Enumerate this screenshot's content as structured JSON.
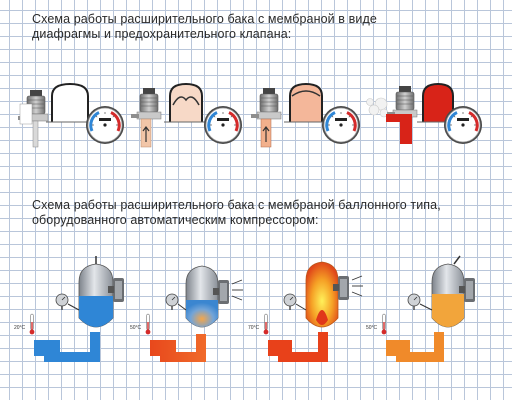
{
  "section1": {
    "title_line1": "Схема работы расширительного бака с мембраной в виде",
    "title_line2": "диафрагмы и предохранительного клапана:"
  },
  "section2": {
    "title_line1": "Схема работы расширительного бака с мембраной баллонного типа,",
    "title_line2": "оборудованного автоматическим компрессором:",
    "temperatures": [
      "20°С",
      "50°С",
      "70°С",
      "50°С"
    ]
  },
  "colors": {
    "grid": "#b9c6da",
    "text": "#2a2a2a",
    "cold_water": "#2f86d6",
    "hot_water": "#e8481c",
    "warm_fill": "#f2a53b",
    "gauge_red": "#d42a2a",
    "tank_steel": "#b8bcc2"
  },
  "icons": [
    "safety-valve-icon",
    "pressure-gauge-icon",
    "thermometer-icon",
    "compressor-icon",
    "manometer-icon"
  ]
}
